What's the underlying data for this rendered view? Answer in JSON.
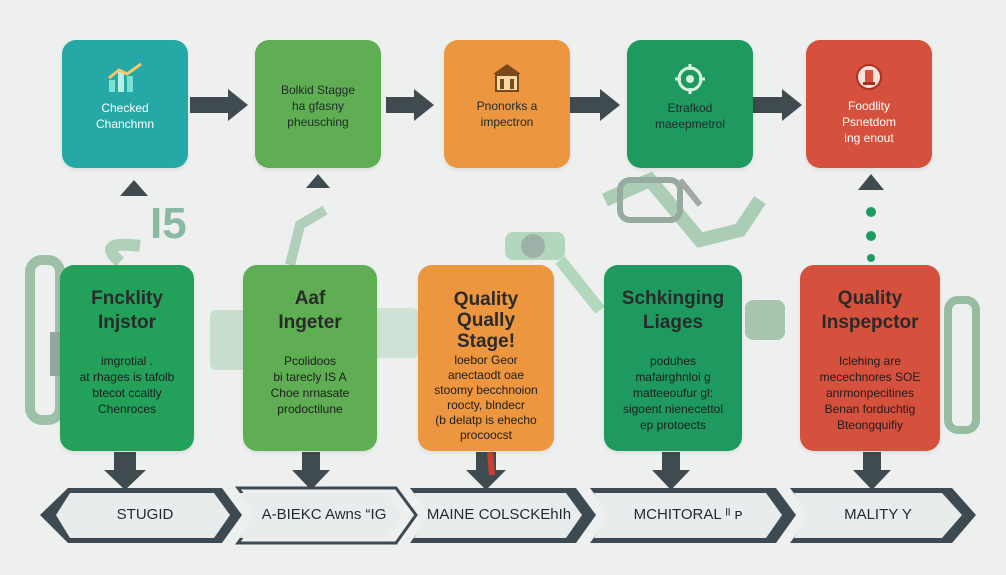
{
  "top_boxes": [
    {
      "title": "Checked\nChanchmn",
      "icon": "chart-icon",
      "color": "#25a8a6"
    },
    {
      "title": "Bolkid Stagge\nha gfasny\npheusching",
      "icon": "none",
      "color": "#5fae53"
    },
    {
      "title": "Pnonorks a\nimpectron",
      "icon": "building-icon",
      "color": "#ec9640"
    },
    {
      "title": "Etrafkod\nmaeepmetrol",
      "icon": "gear-icon",
      "color": "#1e9a61"
    },
    {
      "title": "Foodlity\nPsnetdom\ning enout",
      "icon": "badge-icon",
      "color": "#d6513d"
    }
  ],
  "mid_boxes": [
    {
      "heading": "Fncklity\nInjstor",
      "desc": "imgrotial .\nat rhages is tafolb\nbtecot ccaitly\nChenroces",
      "color": "#23a05a"
    },
    {
      "heading": "Aaf\nIngeter",
      "desc": "Pcolidoos\nbi tarecly IS A\nChoe nrnasate\nprodoctilune",
      "color": "#5fae53"
    },
    {
      "heading": "Quality\nQually\nStage!",
      "desc": "loebor Geor\nanectaodt oae\nstoomy becchnoion\nroocty, blndecr\n(b delatp is ehecho\nprocoocst",
      "color": "#ec9640"
    },
    {
      "heading": "Schkinging\nLiages",
      "desc": "poduhes\nmafairghnloi g\nmatteeoufur gl:\nsigoent nienecettol\nep protoects",
      "color": "#1e9a61"
    },
    {
      "heading": "Quality\nInspepctor",
      "desc": "Iclehing are\nmecechnores SOE\nanrmonpecitines\nBenan forduchtig\nBteongquifiy",
      "color": "#d6513d"
    }
  ],
  "timeline_labels": [
    "STUGID",
    "A-BIEKC Awns “IG",
    "MAINE COLSCKEhIh",
    "MCHITORAL ᴵᴵ ᴘ",
    "MALITY Y"
  ]
}
